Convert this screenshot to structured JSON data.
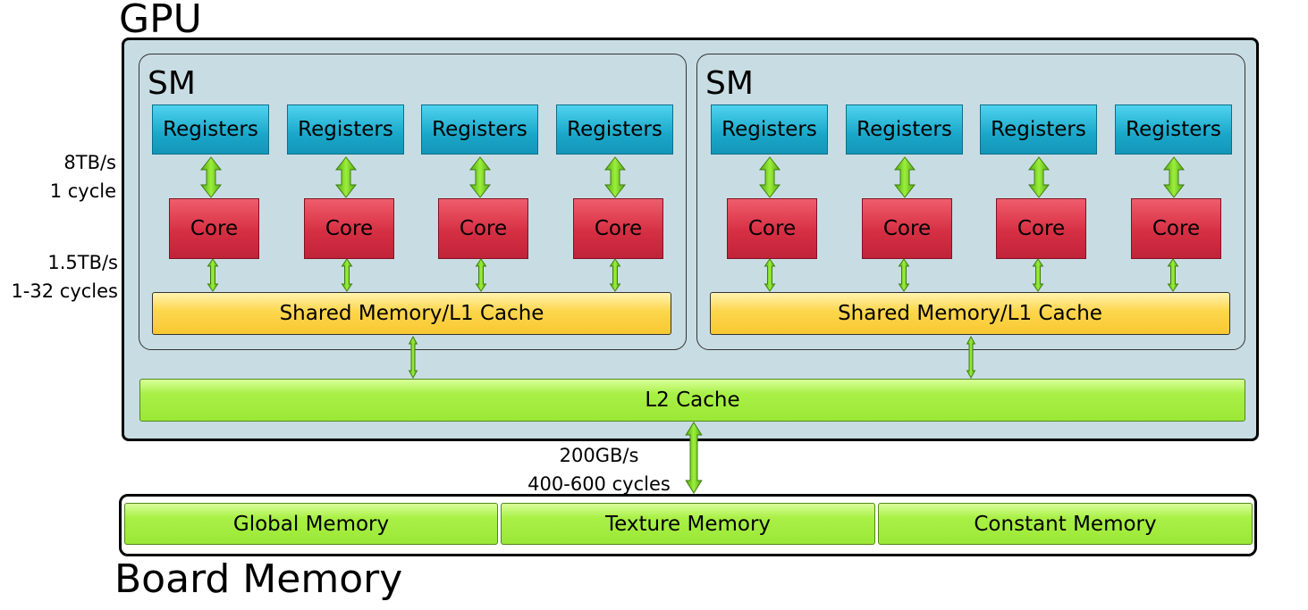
{
  "gpu": {
    "title": "GPU",
    "register_bandwidth": "8TB/s",
    "register_latency": "1 cycle",
    "shared_bandwidth": "1.5TB/s",
    "shared_latency": "1-32 cycles",
    "sms": [
      {
        "title": "SM",
        "registers": [
          "Registers",
          "Registers",
          "Registers",
          "Registers"
        ],
        "cores": [
          "Core",
          "Core",
          "Core",
          "Core"
        ],
        "shared_memory": "Shared Memory/L1 Cache"
      },
      {
        "title": "SM",
        "registers": [
          "Registers",
          "Registers",
          "Registers",
          "Registers"
        ],
        "cores": [
          "Core",
          "Core",
          "Core",
          "Core"
        ],
        "shared_memory": "Shared Memory/L1 Cache"
      }
    ],
    "l2_cache": "L2 Cache"
  },
  "link": {
    "bandwidth": "200GB/s",
    "latency": "400-600 cycles"
  },
  "board": {
    "title": "Board Memory",
    "memories": [
      "Global Memory",
      "Texture Memory",
      "Constant Memory"
    ]
  },
  "colors": {
    "registers": "#1aa7c9",
    "core": "#d62f43",
    "shared": "#fdd64c",
    "green": "#a9f046",
    "gpu_bg": "#c8dde3",
    "arrow": "#6ecb1e"
  }
}
